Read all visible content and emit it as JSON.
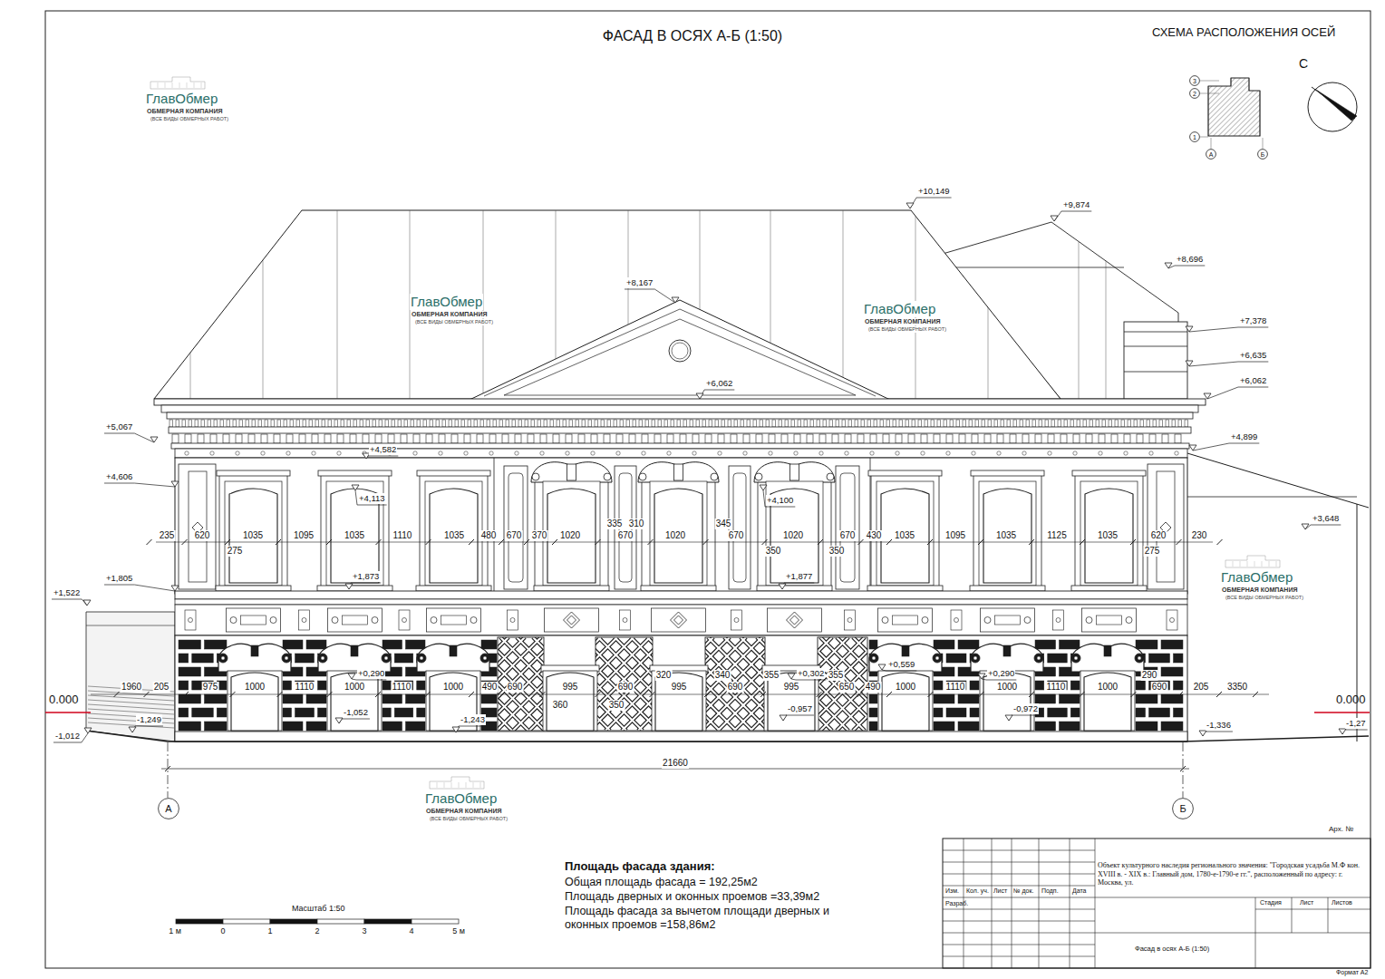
{
  "diagram": {
    "title": "ФАСАД В ОСЯХ А-Б (1:50)",
    "nodes": [
      {
        "text": [
          "3"
        ]
      },
      {
        "text": [
          "2"
        ]
      },
      {
        "text": [
          "1"
        ]
      },
      {
        "text": [
          "А"
        ]
      },
      {
        "text": [
          "Б"
        ]
      },
      {
        "text": [
          "А"
        ]
      },
      {
        "text": [
          "Б"
        ]
      }
    ],
    "labels": [
      "СХЕМА РАСПОЛОЖЕНИЯ ОСЕЙ",
      "С",
      "ГлавОбмер",
      "ОБМЕРНАЯ КОМПАНИЯ",
      "(ВСЕ ВИДЫ ОБМЕРНЫХ РАБОТ)",
      "ГлавОбмер",
      "ОБМЕРНАЯ КОМПАНИЯ",
      "(ВСЕ ВИДЫ ОБМЕРНЫХ РАБОТ)",
      "ГлавОбмер",
      "ОБМЕРНАЯ КОМПАНИЯ",
      "(ВСЕ ВИДЫ ОБМЕРНЫХ РАБОТ)",
      "ГлавОбмер",
      "ОБМЕРНАЯ КОМПАНИЯ",
      "(ВСЕ ВИДЫ ОБМЕРНЫХ РАБОТ)",
      "ГлавОбмер",
      "ОБМЕРНАЯ КОМПАНИЯ",
      "(ВСЕ ВИДЫ ОБМЕРНЫХ РАБОТ)",
      "+10,149",
      "+9,874",
      "+8,696",
      "+8,167",
      "+7,378",
      "+6,635",
      "+6,062",
      "+6,062",
      "+5,067",
      "+4,899",
      "+4,606",
      "+4,582",
      "+4,113",
      "+4,100",
      "+3,648",
      "+1,805",
      "+1,873",
      "+1,877",
      "+1,522",
      "0.000",
      "0.000",
      "+0,290",
      "+0,302",
      "+0,559",
      "+0,290",
      "-1,052",
      "-1,243",
      "-1,249",
      "-1,012",
      "-0,957",
      "-0,972",
      "-1,336",
      "-1,27",
      "235",
      "620",
      "275",
      "1035",
      "1095",
      "1035",
      "1110",
      "1035",
      "480",
      "670",
      "370",
      "1020",
      "335",
      "670",
      "310",
      "1020",
      "345",
      "670",
      "350",
      "1020",
      "350",
      "670",
      "430",
      "1035",
      "1095",
      "1035",
      "1125",
      "1035",
      "275",
      "620",
      "230",
      "1960",
      "205",
      "975",
      "1000",
      "1110",
      "1000",
      "1110",
      "1000",
      "490",
      "690",
      "995",
      "690",
      "995",
      "690",
      "995",
      "650",
      "490",
      "1000",
      "1110",
      "1000",
      "1110",
      "1000",
      "690",
      "205",
      "3350",
      "360",
      "350",
      "320",
      "340",
      "355",
      "355",
      "290",
      "21660",
      "Площадь фасада здания:",
      "Общая площадь фасада = 192,25м2",
      "Площадь дверных и оконных проемов =33,39м2",
      "Площадь фасада за вычетом площади дверных и оконных проемов =158,86м2",
      "Масштаб 1:50",
      "1 м",
      "0",
      "1",
      "2",
      "3",
      "4",
      "5 м",
      "Арх. №",
      "Изм.",
      "Кол. уч.",
      "Лист",
      "№ док.",
      "Подп.",
      "Дата",
      "Разраб.",
      "Объект культурного наследия регионального значения: \"Городская усадьба М.Ф кон. XVIII в. - XIX в.: Главный дом, 1780-е-1790-е гг.\", расположенный по адресу: г. Москва, ул.",
      "Стадия",
      "Лист",
      "Листов",
      "Фасад в осях А-Б (1:50)",
      "Формат А2"
    ]
  }
}
